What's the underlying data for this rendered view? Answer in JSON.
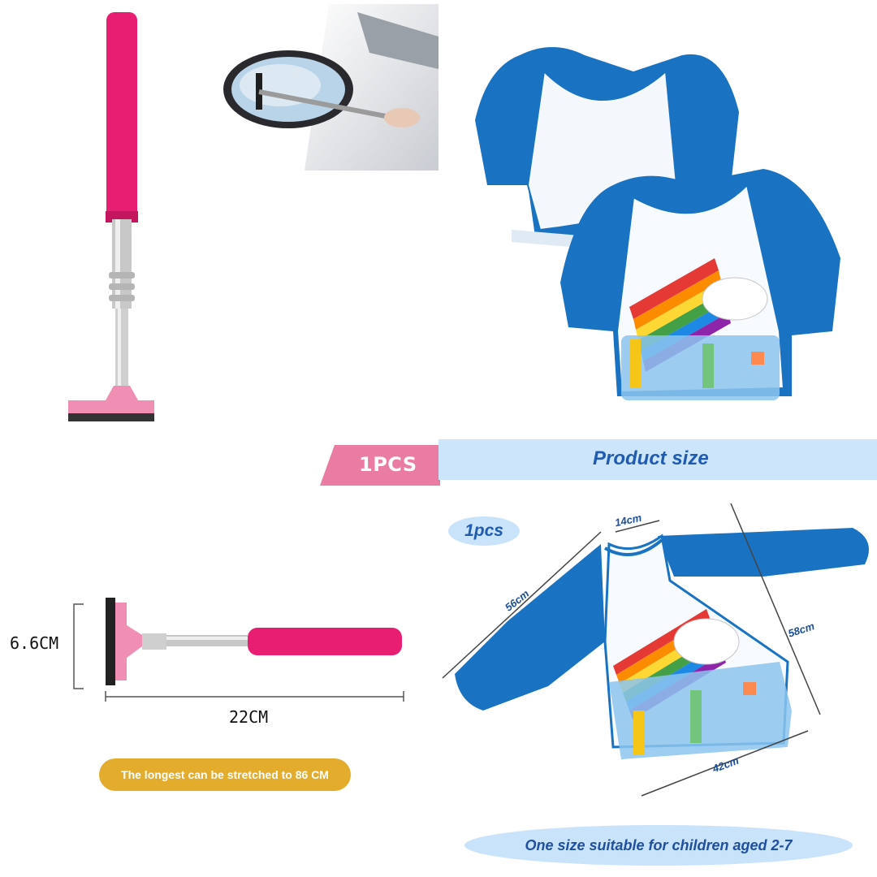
{
  "colors": {
    "pink": "#e81e73",
    "light_pink": "#f08eb4",
    "blue": "#1a73c2",
    "light_blue": "#cce5fb",
    "yellow": "#e4ac2c"
  },
  "banner": {
    "quantity_label": "1PCS",
    "title": "Product size"
  },
  "squeegee": {
    "height_label": "6.6CM",
    "length_label": "22CM",
    "stretch_note": "The longest can be stretched to 86 CM"
  },
  "bib": {
    "quantity_badge": "1pcs",
    "neck_width": "14cm",
    "sleeve_length": "56cm",
    "body_length": "58cm",
    "width": "42cm",
    "age_note": "One size suitable for children aged 2-7"
  },
  "icons": [
    "squeegee-product-image",
    "car-mirror-photo",
    "bib-pair-image",
    "bib-flat-image"
  ]
}
